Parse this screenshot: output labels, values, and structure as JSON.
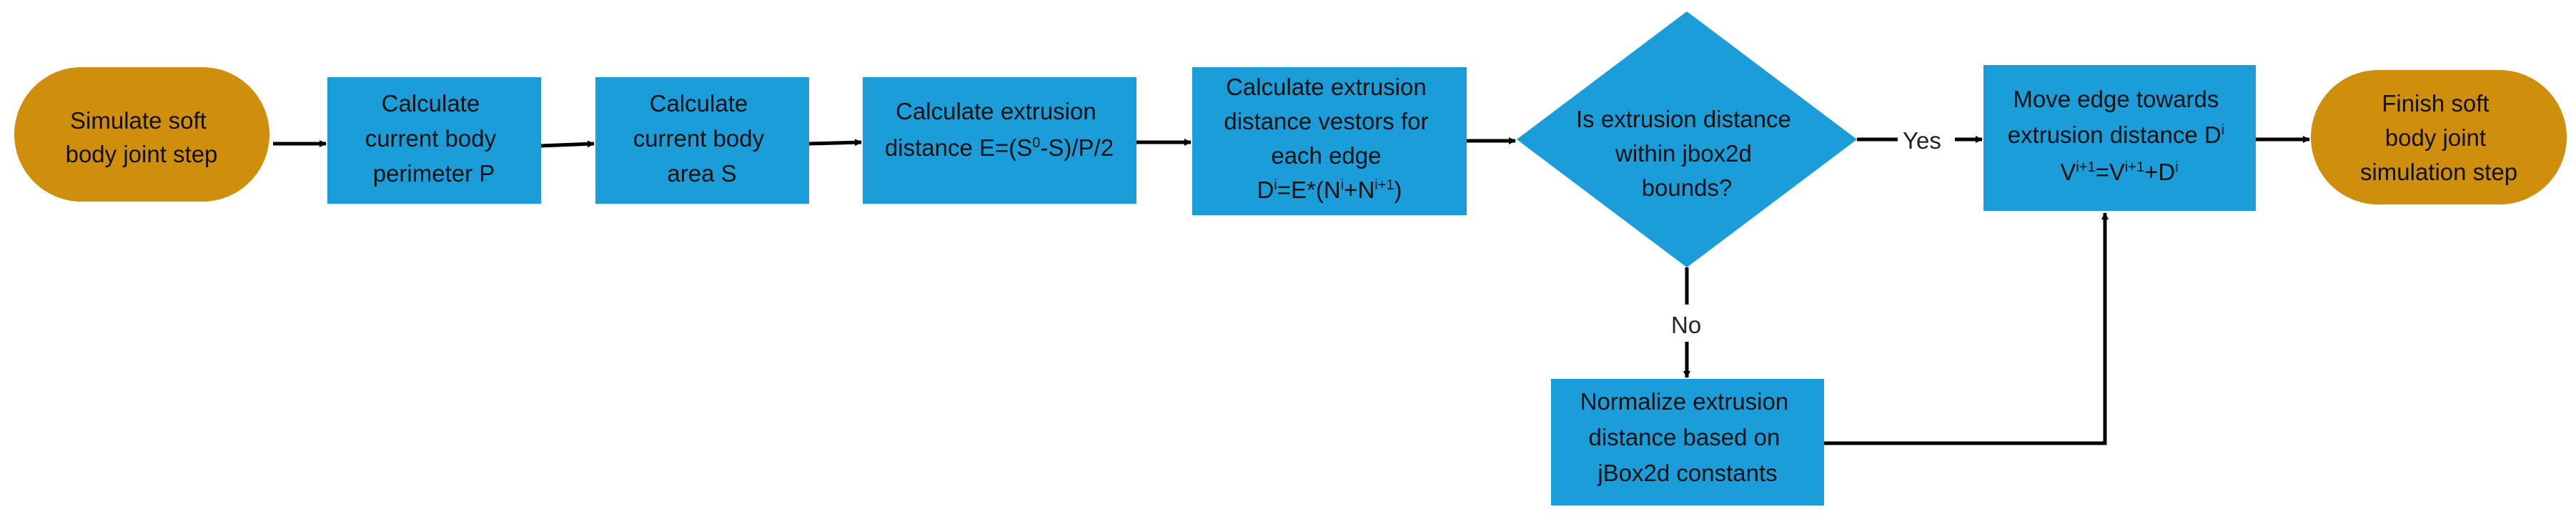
{
  "colors": {
    "terminal_fill": "#CF8E0B",
    "process_fill": "#1B9DD9",
    "connector": "#000000",
    "node_text": "#111111"
  },
  "nodes": {
    "start": {
      "lines": [
        "Simulate soft",
        "body joint step"
      ]
    },
    "perimeter": {
      "lines": [
        "Calculate",
        "current body",
        "perimeter P"
      ]
    },
    "area": {
      "lines": [
        "Calculate",
        "current body",
        "area S"
      ]
    },
    "extrusion": {
      "line1": "Calculate extrusion",
      "line2_a": "distance E=(S",
      "line2_sup": "0",
      "line2_b": "-S)/P/2"
    },
    "vectors": {
      "line1": "Calculate extrusion",
      "line2": "distance vestors for",
      "line3": "each edge",
      "line4_a": "D",
      "line4_sup1": "i",
      "line4_b": "=E*(N",
      "line4_sup2": "i",
      "line4_c": "+N",
      "line4_sup3": "i+1",
      "line4_d": ")"
    },
    "decision": {
      "lines": [
        "Is extrusion distance",
        "within jbox2d",
        "bounds?"
      ]
    },
    "move": {
      "line1": "Move edge towards",
      "line2_a": "extrusion distance D",
      "line2_sup": "i",
      "line3_a": "V",
      "line3_sup1": "i+1",
      "line3_b": "=V",
      "line3_sup2": "i+1",
      "line3_c": "+D",
      "line3_sup3": "i"
    },
    "normalize": {
      "lines": [
        "Normalize extrusion",
        "distance based on",
        "jBox2d constants"
      ]
    },
    "finish": {
      "lines": [
        "Finish soft",
        "body joint",
        "simulation step"
      ]
    }
  },
  "edges": {
    "yes_label": "Yes",
    "no_label": "No"
  }
}
